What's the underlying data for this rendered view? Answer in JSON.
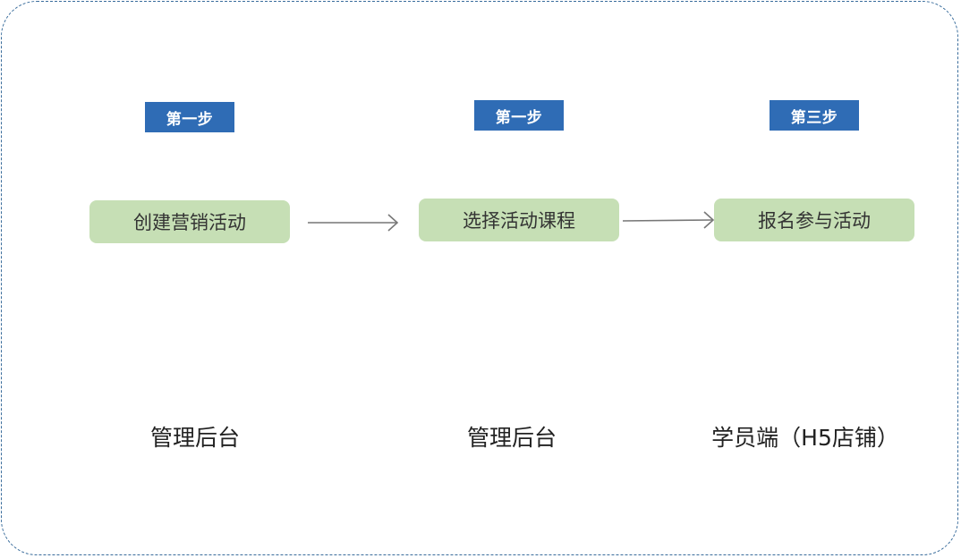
{
  "steps": [
    {
      "badge": "第一步",
      "action": "创建营销活动",
      "role": "管理后台"
    },
    {
      "badge": "第一步",
      "action": "选择活动课程",
      "role": "管理后台"
    },
    {
      "badge": "第三步",
      "action": "报名参与活动",
      "role": "学员端（H5店铺）"
    }
  ],
  "colors": {
    "badge_bg": "#2f6cb5",
    "box_bg": "#c6dfb5",
    "frame_border": "#3a6d9c",
    "arrow": "#777777"
  }
}
